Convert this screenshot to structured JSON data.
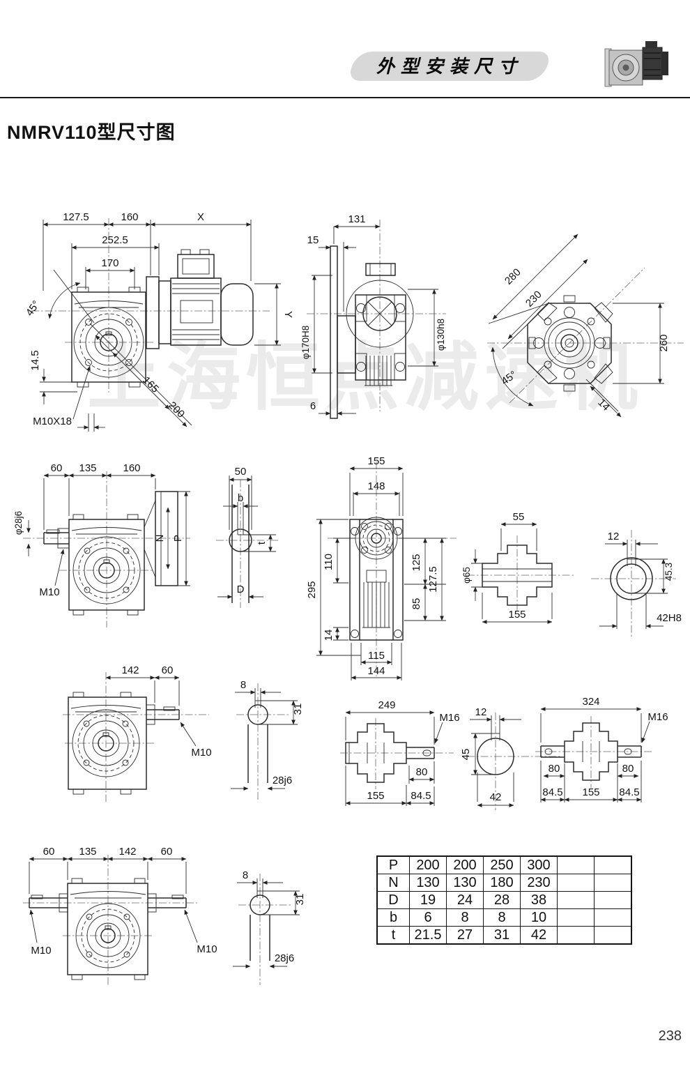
{
  "page": {
    "banner_title": "外型安装尺寸",
    "doc_title": "NMRV110型尺寸图",
    "page_number": "238",
    "watermark": "上海恒点减速机"
  },
  "table": {
    "rows": [
      {
        "label": "P",
        "values": [
          "200",
          "200",
          "250",
          "300",
          "",
          ""
        ]
      },
      {
        "label": "N",
        "values": [
          "130",
          "130",
          "180",
          "230",
          "",
          ""
        ]
      },
      {
        "label": "D",
        "values": [
          "19",
          "24",
          "28",
          "38",
          "",
          ""
        ]
      },
      {
        "label": "b",
        "values": [
          "6",
          "8",
          "8",
          "10",
          "",
          ""
        ]
      },
      {
        "label": "t",
        "values": [
          "21.5",
          "27",
          "31",
          "42",
          "",
          ""
        ]
      }
    ]
  },
  "dims": {
    "front_motor": [
      "127.5",
      "160",
      "X",
      "252.5",
      "170",
      "45°",
      "14.5",
      "M10X18",
      "165",
      "200",
      "Y"
    ],
    "side_view": [
      "131",
      "15",
      "φ170H8",
      "φ130h8",
      "6"
    ],
    "back_view": [
      "280",
      "230",
      "260",
      "45°",
      "14"
    ],
    "front_left": [
      "60",
      "135",
      "160",
      "φ28j6",
      "M10",
      "N",
      "P"
    ],
    "shaft_section_d": [
      "50",
      "b",
      "t",
      "D"
    ],
    "bottom_view": [
      "155",
      "148",
      "295",
      "110",
      "125",
      "127.5",
      "85",
      "14",
      "115",
      "144"
    ],
    "hollow_output": [
      "55",
      "φ65",
      "155"
    ],
    "bore_section": [
      "12",
      "45.3",
      "42H8"
    ],
    "front_right": [
      "142",
      "60",
      "M10"
    ],
    "input_shaft_a": [
      "8",
      "31",
      "28j6"
    ],
    "single_output": [
      "249",
      "M16",
      "80",
      "155",
      "84.5"
    ],
    "output_key_section": [
      "12",
      "45",
      "42"
    ],
    "double_output": [
      "324",
      "M16",
      "80",
      "80",
      "84.5",
      "155",
      "84.5"
    ],
    "double_input": [
      "60",
      "135",
      "142",
      "60",
      "M10",
      "M10"
    ],
    "input_shaft_b": [
      "8",
      "31",
      "28j6"
    ]
  }
}
